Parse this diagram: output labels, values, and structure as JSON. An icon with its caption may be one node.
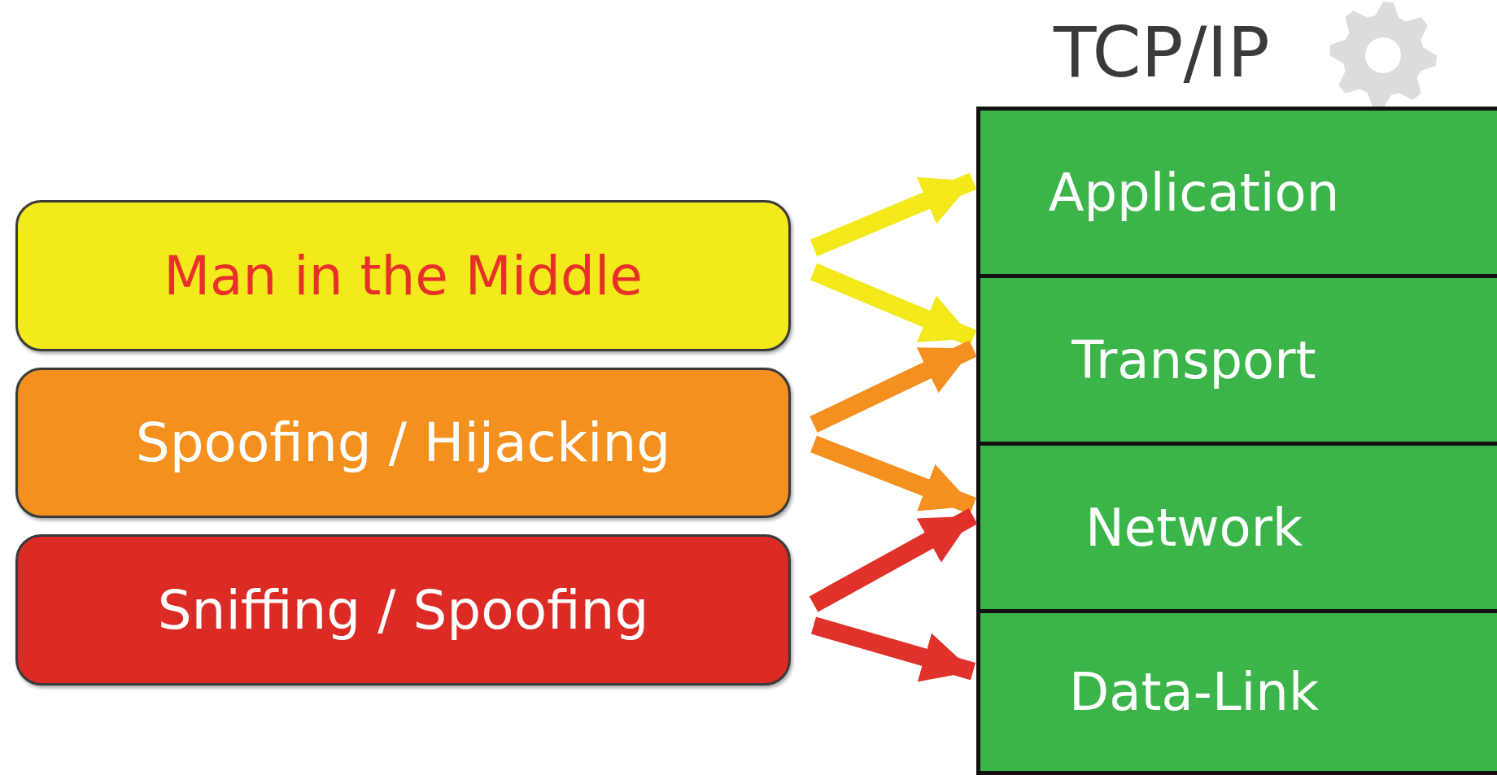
{
  "diagram": {
    "nodes": [
      {
        "text": [
          "Man in the Middle"
        ]
      },
      {
        "text": [
          "Spoofing / Hijacking"
        ]
      },
      {
        "text": [
          "Sniffing / Spoofing"
        ]
      },
      {
        "text": [
          "TCP/IP"
        ]
      },
      {
        "text": [
          "Application"
        ],
        "in": 3
      },
      {
        "text": [
          "Transport"
        ],
        "in": 3
      },
      {
        "text": [
          "Network"
        ],
        "in": 3
      },
      {
        "text": [
          "Data-Link"
        ],
        "in": 3
      }
    ],
    "edges": [
      {
        "from": 0,
        "to": 4,
        "arrow": "to",
        "color": "#f2e81a"
      },
      {
        "from": 0,
        "to": 5,
        "arrow": "to",
        "color": "#f2e81a"
      },
      {
        "from": 1,
        "to": 5,
        "arrow": "to",
        "color": "#f39020"
      },
      {
        "from": 1,
        "to": 6,
        "arrow": "to",
        "color": "#f39020"
      },
      {
        "from": 2,
        "to": 6,
        "arrow": "to",
        "color": "#e0312a"
      },
      {
        "from": 2,
        "to": 7,
        "arrow": "to",
        "color": "#e0312a"
      }
    ]
  }
}
